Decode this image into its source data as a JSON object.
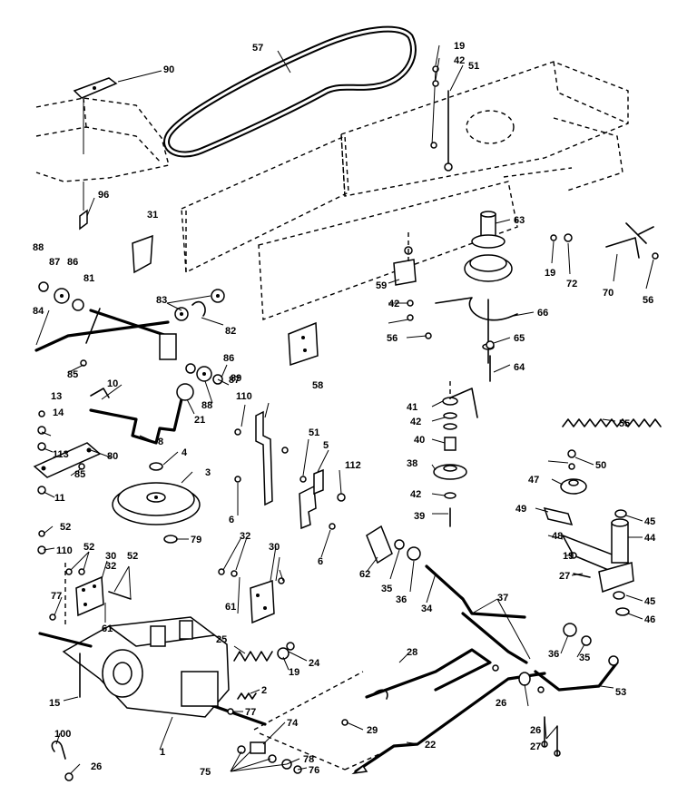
{
  "callouts": [
    "1",
    "2",
    "3",
    "4",
    "5",
    "6",
    "6",
    "8",
    "10",
    "11",
    "13",
    "14",
    "15",
    "19",
    "19",
    "19",
    "19",
    "21",
    "22",
    "24",
    "25",
    "26",
    "26",
    "26",
    "27",
    "27",
    "28",
    "29",
    "30",
    "30",
    "31",
    "32",
    "32",
    "34",
    "35",
    "35",
    "36",
    "36",
    "37",
    "38",
    "39",
    "40",
    "41",
    "42",
    "42",
    "42",
    "42",
    "44",
    "45",
    "45",
    "46",
    "47",
    "48",
    "49",
    "50",
    "51",
    "51",
    "52",
    "52",
    "52",
    "53",
    "55",
    "56",
    "56",
    "57",
    "58",
    "59",
    "61",
    "61",
    "62",
    "63",
    "64",
    "65",
    "66",
    "70",
    "72",
    "74",
    "75",
    "76",
    "77",
    "77",
    "78",
    "79",
    "80",
    "81",
    "82",
    "83",
    "84",
    "85",
    "85",
    "86",
    "86",
    "87",
    "87",
    "88",
    "88",
    "89",
    "90",
    "96",
    "100",
    "110",
    "110",
    "112",
    "113"
  ]
}
